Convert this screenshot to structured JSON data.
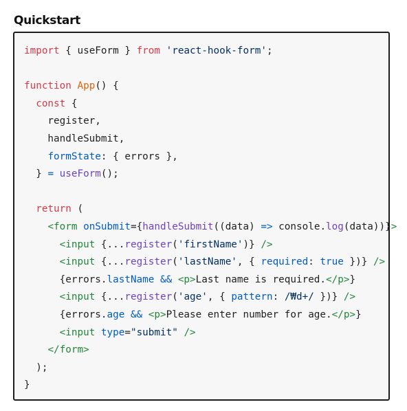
{
  "heading": "Quickstart",
  "code_lines": [
    [
      [
        "kw",
        "import"
      ],
      [
        "plain",
        " { useForm } "
      ],
      [
        "kw",
        "from"
      ],
      [
        "plain",
        " "
      ],
      [
        "str",
        "'react-hook-form'"
      ],
      [
        "plain",
        ";"
      ]
    ],
    [],
    [
      [
        "kw",
        "function"
      ],
      [
        "plain",
        " "
      ],
      [
        "fn",
        "App"
      ],
      [
        "plain",
        "() {"
      ]
    ],
    [
      [
        "plain",
        "  "
      ],
      [
        "kw",
        "const"
      ],
      [
        "plain",
        " {"
      ]
    ],
    [
      [
        "plain",
        "    register,"
      ]
    ],
    [
      [
        "plain",
        "    handleSubmit,"
      ]
    ],
    [
      [
        "plain",
        "    "
      ],
      [
        "blue",
        "formState"
      ],
      [
        "plain",
        ": { errors },"
      ]
    ],
    [
      [
        "plain",
        "  } "
      ],
      [
        "blue",
        "="
      ],
      [
        "plain",
        " "
      ],
      [
        "call",
        "useForm"
      ],
      [
        "plain",
        "();"
      ]
    ],
    [],
    [
      [
        "plain",
        "  "
      ],
      [
        "kw",
        "return"
      ],
      [
        "plain",
        " ("
      ]
    ],
    [
      [
        "plain",
        "    "
      ],
      [
        "tag",
        "<form"
      ],
      [
        "plain",
        " "
      ],
      [
        "attr",
        "onSubmit"
      ],
      [
        "plain",
        "={"
      ],
      [
        "call",
        "handleSubmit"
      ],
      [
        "plain",
        "((data) "
      ],
      [
        "blue",
        "=>"
      ],
      [
        "plain",
        " console."
      ],
      [
        "call",
        "log"
      ],
      [
        "plain",
        "(data))}"
      ],
      [
        "tag",
        ">"
      ]
    ],
    [
      [
        "plain",
        "      "
      ],
      [
        "tag",
        "<input"
      ],
      [
        "plain",
        " {..."
      ],
      [
        "call",
        "register"
      ],
      [
        "plain",
        "("
      ],
      [
        "str",
        "'firstName'"
      ],
      [
        "plain",
        ")} "
      ],
      [
        "tag",
        "/>"
      ]
    ],
    [
      [
        "plain",
        "      "
      ],
      [
        "tag",
        "<input"
      ],
      [
        "plain",
        " {..."
      ],
      [
        "call",
        "register"
      ],
      [
        "plain",
        "("
      ],
      [
        "str",
        "'lastName'"
      ],
      [
        "plain",
        ", { "
      ],
      [
        "attr",
        "required"
      ],
      [
        "plain",
        ": "
      ],
      [
        "blue",
        "true"
      ],
      [
        "plain",
        " })} "
      ],
      [
        "tag",
        "/>"
      ]
    ],
    [
      [
        "plain",
        "      {errors."
      ],
      [
        "blue",
        "lastName"
      ],
      [
        "plain",
        " "
      ],
      [
        "blue",
        "&&"
      ],
      [
        "plain",
        " "
      ],
      [
        "tag",
        "<p>"
      ],
      [
        "plain",
        "Last name is required."
      ],
      [
        "tag",
        "</p>"
      ],
      [
        "plain",
        "}"
      ]
    ],
    [
      [
        "plain",
        "      "
      ],
      [
        "tag",
        "<input"
      ],
      [
        "plain",
        " {..."
      ],
      [
        "call",
        "register"
      ],
      [
        "plain",
        "("
      ],
      [
        "str",
        "'age'"
      ],
      [
        "plain",
        ", { "
      ],
      [
        "attr",
        "pattern"
      ],
      [
        "plain",
        ": "
      ],
      [
        "str",
        "/₩d+/"
      ],
      [
        "plain",
        " })} "
      ],
      [
        "tag",
        "/>"
      ]
    ],
    [
      [
        "plain",
        "      {errors."
      ],
      [
        "blue",
        "age"
      ],
      [
        "plain",
        " "
      ],
      [
        "blue",
        "&&"
      ],
      [
        "plain",
        " "
      ],
      [
        "tag",
        "<p>"
      ],
      [
        "plain",
        "Please enter number for age."
      ],
      [
        "tag",
        "</p>"
      ],
      [
        "plain",
        "}"
      ]
    ],
    [
      [
        "plain",
        "      "
      ],
      [
        "tag",
        "<input"
      ],
      [
        "plain",
        " "
      ],
      [
        "attr",
        "type"
      ],
      [
        "plain",
        "="
      ],
      [
        "str",
        "\"submit\""
      ],
      [
        "plain",
        " "
      ],
      [
        "tag",
        "/>"
      ]
    ],
    [
      [
        "plain",
        "    "
      ],
      [
        "tag",
        "</form>"
      ]
    ],
    [
      [
        "plain",
        "  );"
      ]
    ],
    [
      [
        "plain",
        "}"
      ]
    ]
  ]
}
